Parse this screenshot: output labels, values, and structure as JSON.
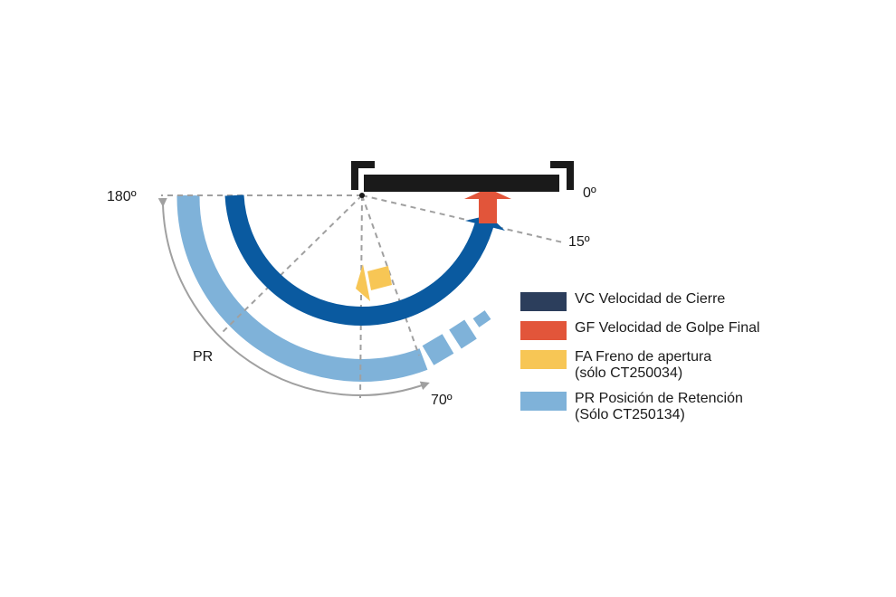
{
  "angles": {
    "closed": "0º",
    "final_slam": "15º",
    "hold_open": "70º",
    "fully_open": "180º"
  },
  "pr_arc_label": "PR",
  "colors": {
    "door": "#1a1a1a",
    "vc": "#2c3e5c",
    "vc_arc": "#0a5aa0",
    "gf": "#e2553a",
    "fa": "#f7c655",
    "pr": "#7fb2d9",
    "guide": "#a0a0a0"
  },
  "legend": [
    {
      "id": "vc",
      "color": "#2c3e5c",
      "line1": "VC Velocidad de Cierre",
      "line2": ""
    },
    {
      "id": "gf",
      "color": "#e2553a",
      "line1": "GF Velocidad de Golpe Final",
      "line2": ""
    },
    {
      "id": "fa",
      "color": "#f7c655",
      "line1": "FA Freno de apertura",
      "line2": "(sólo CT250034)"
    },
    {
      "id": "pr",
      "color": "#7fb2d9",
      "line1": "PR Posición de Retención",
      "line2": "(Sólo CT250134)"
    }
  ]
}
